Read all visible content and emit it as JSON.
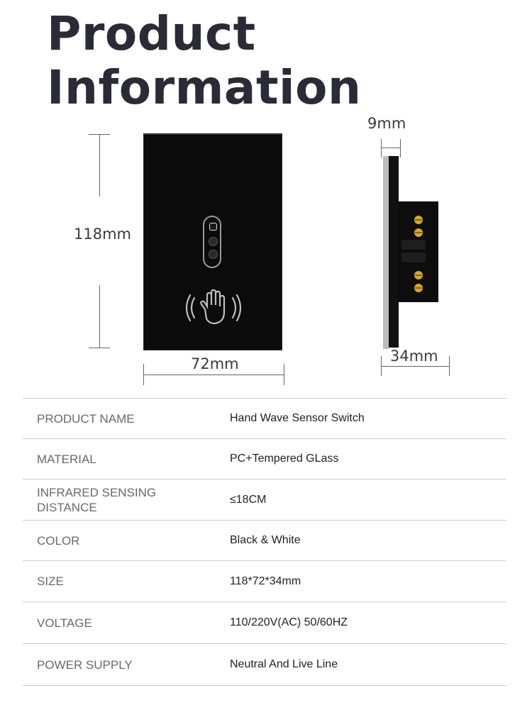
{
  "title": {
    "line1": "Product",
    "line2": "Information"
  },
  "dimensions": {
    "height": "118mm",
    "width": "72mm",
    "depth_panel": "9mm",
    "depth_total": "34mm"
  },
  "icons": {
    "sensor": "infrared-sensor-icon",
    "hand": "hand-wave-icon",
    "terminals": "terminal-screws-icon"
  },
  "colors": {
    "panel": "#0b0b0b",
    "title": "#2b2b38",
    "screw": "#d8a82a"
  },
  "specs": [
    {
      "label": "PRODUCT NAME",
      "value": "Hand Wave Sensor Switch"
    },
    {
      "label": "MATERIAL",
      "value": "PC+Tempered GLass"
    },
    {
      "label": "INFRARED SENSING DISTANCE",
      "value": "≤18CM"
    },
    {
      "label": "COLOR",
      "value": "Black & White"
    },
    {
      "label": "SIZE",
      "value": "118*72*34mm"
    },
    {
      "label": "VOLTAGE",
      "value": "110/220V(AC) 50/60HZ"
    },
    {
      "label": "POWER SUPPLY",
      "value": "Neutral And Live Line"
    }
  ]
}
